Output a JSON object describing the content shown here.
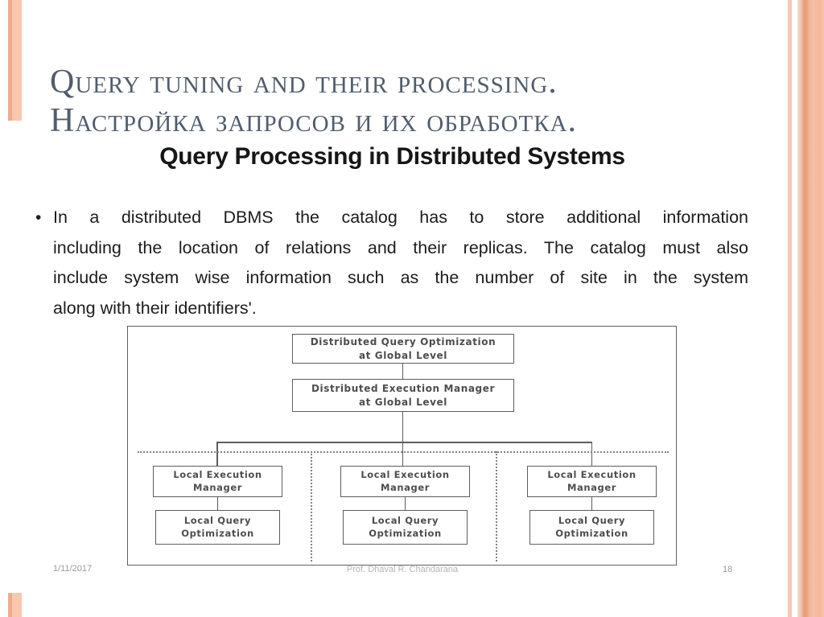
{
  "slide": {
    "title": {
      "line1": "Query tuning and their processing.",
      "line2": "Настройка запросов и их обработка."
    },
    "content": {
      "heading": "Query Processing in Distributed Systems",
      "bullet_glyph": "•",
      "paragraph_lines": [
        "In a distributed DBMS the catalog has to store additional information",
        "including the location of relations and their replicas. The catalog must also",
        "include system wise information such as the number of site in the system",
        "along with their identifiers'."
      ]
    },
    "footer": {
      "date": "1/11/2017",
      "author": "Prof. Dhaval R. Chandarana",
      "page_number": "18"
    }
  },
  "diagram": {
    "nodes": {
      "distributed_query_optimization": "Distributed Query Optimization\nat Global Level",
      "distributed_execution_manager": "Distributed Execution Manager\nat Global Level",
      "local_execution_manager": "Local Execution\nManager",
      "local_query_optimization": "Local Query\nOptimization"
    }
  },
  "colors": {
    "accent_salmon": "#f5c2a8",
    "accent_salmon_dark": "#eb9d7d",
    "title_text": "#515d6d",
    "body_text": "#1c1c1c",
    "diagram_line": "#5d5d5d",
    "footer_text": "#9b9b9b"
  }
}
